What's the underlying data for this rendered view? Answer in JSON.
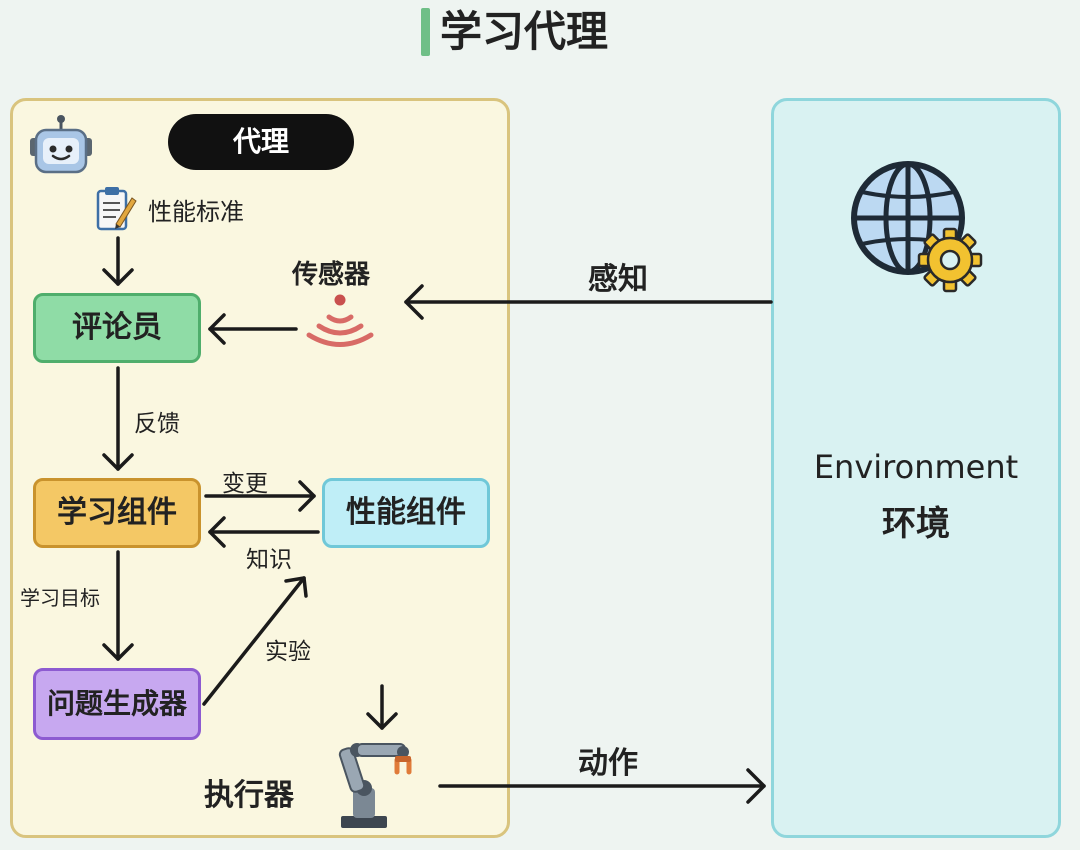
{
  "title": "学习代理",
  "agent": {
    "header": "代理",
    "performance_standard": "性能标准",
    "critic": "评论员",
    "sensors": "传感器",
    "feedback": "反馈",
    "learning_element": "学习组件",
    "performance_element": "性能组件",
    "changes": "变更",
    "knowledge": "知识",
    "learning_goals": "学习目标",
    "problem_generator": "问题生成器",
    "experiments": "实验",
    "actuators": "执行器"
  },
  "environment": {
    "label_en": "Environment",
    "label_zh": "环境",
    "percepts": "感知",
    "actions": "动作"
  },
  "icons": [
    "robot-icon",
    "clipboard-icon",
    "signal-icon",
    "globe-icon",
    "gear-icon",
    "robot-arm-icon"
  ],
  "colors": {
    "critic": "#8fdca6",
    "learning_element": "#f4c865",
    "performance_element": "#bfeef7",
    "problem_generator": "#c7a8f0",
    "agent_panel": "#faf7e0",
    "environment_panel": "#d9f2f2",
    "title_accent": "#6fbf87"
  }
}
